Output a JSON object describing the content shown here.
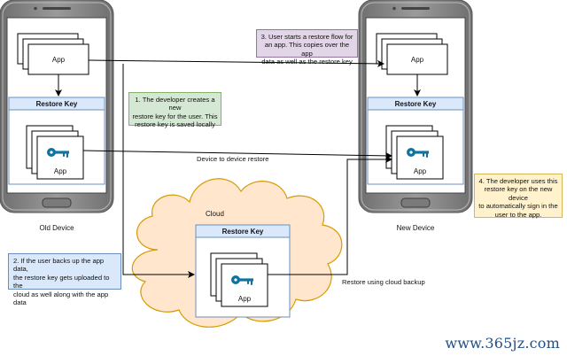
{
  "labels": {
    "old_device": "Old Device",
    "new_device": "New Device",
    "cloud": "Cloud",
    "app": "App",
    "restore_key": "Restore Key",
    "device_to_device": "Device to device restore",
    "restore_cloud": "Restore using cloud backup"
  },
  "notes": {
    "n1": [
      "1. The developer creates a new",
      "restore key for the user. This",
      "restore key is saved locally"
    ],
    "n2": [
      "2. If the user backs up the app data,",
      "the restore key gets uploaded to the",
      "cloud as well along with the app data"
    ],
    "n3": [
      "3. User starts a restore flow for",
      "an app. This copies over the app",
      "data as well as the restore key"
    ],
    "n4": [
      "4. The developer uses this",
      "restore key on the new device",
      "to automatically sign in the",
      "user to the app."
    ]
  },
  "watermark": "www.365jz.com",
  "colors": {
    "restore_header": "#dae8fc",
    "restore_border": "#6c8ebf",
    "note1_fill": "#d5e8d4",
    "note1_border": "#82b366",
    "note2_fill": "#dae8fc",
    "note2_border": "#6c8ebf",
    "note3_fill": "#e1d5e7",
    "note3_border": "#9673a6",
    "note4_fill": "#fff2cc",
    "note4_border": "#d6b656",
    "cloud_fill": "#ffe6cc",
    "cloud_border": "#d79b00",
    "key": "#10739e"
  },
  "icons": [
    "phone-icon",
    "key-icon",
    "arrow-icon"
  ]
}
